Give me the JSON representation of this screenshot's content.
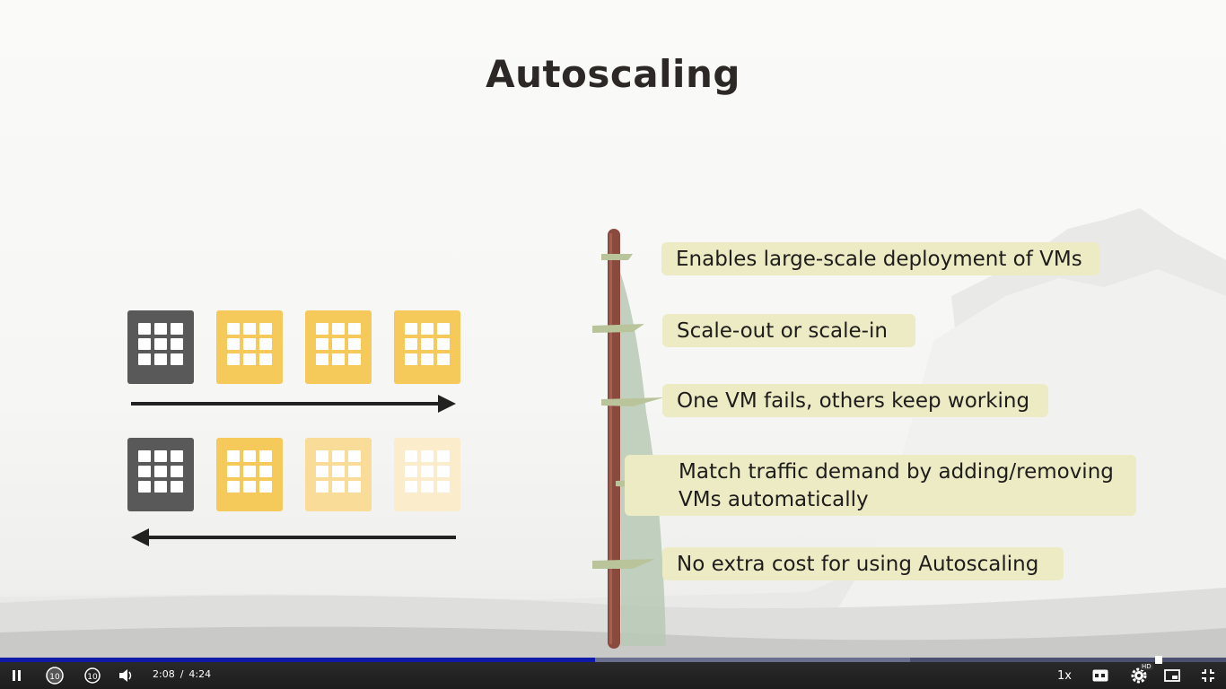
{
  "slide": {
    "title": "Autoscaling",
    "bullets": [
      "Enables large-scale deployment of VMs",
      "Scale-out or scale-in",
      "One VM fails, others keep working",
      "Match traffic demand by adding/removing VMs automatically",
      "No extra cost for using Autoscaling"
    ]
  },
  "player": {
    "current_time": "2:08",
    "separator": "/",
    "duration": "4:24",
    "progress_fraction": 0.485,
    "speed": "1x",
    "hd_badge": "HD",
    "icons": {
      "play_pause": "pause-icon",
      "rewind": "rewind-10-icon",
      "forward": "forward-10-icon",
      "volume": "volume-icon",
      "captions": "captions-icon",
      "settings": "gear-icon",
      "pip": "picture-in-picture-icon",
      "fullscreen": "exit-fullscreen-icon"
    },
    "colors": {
      "played": "#0f1aa8",
      "bar": "#4b4f70"
    }
  }
}
